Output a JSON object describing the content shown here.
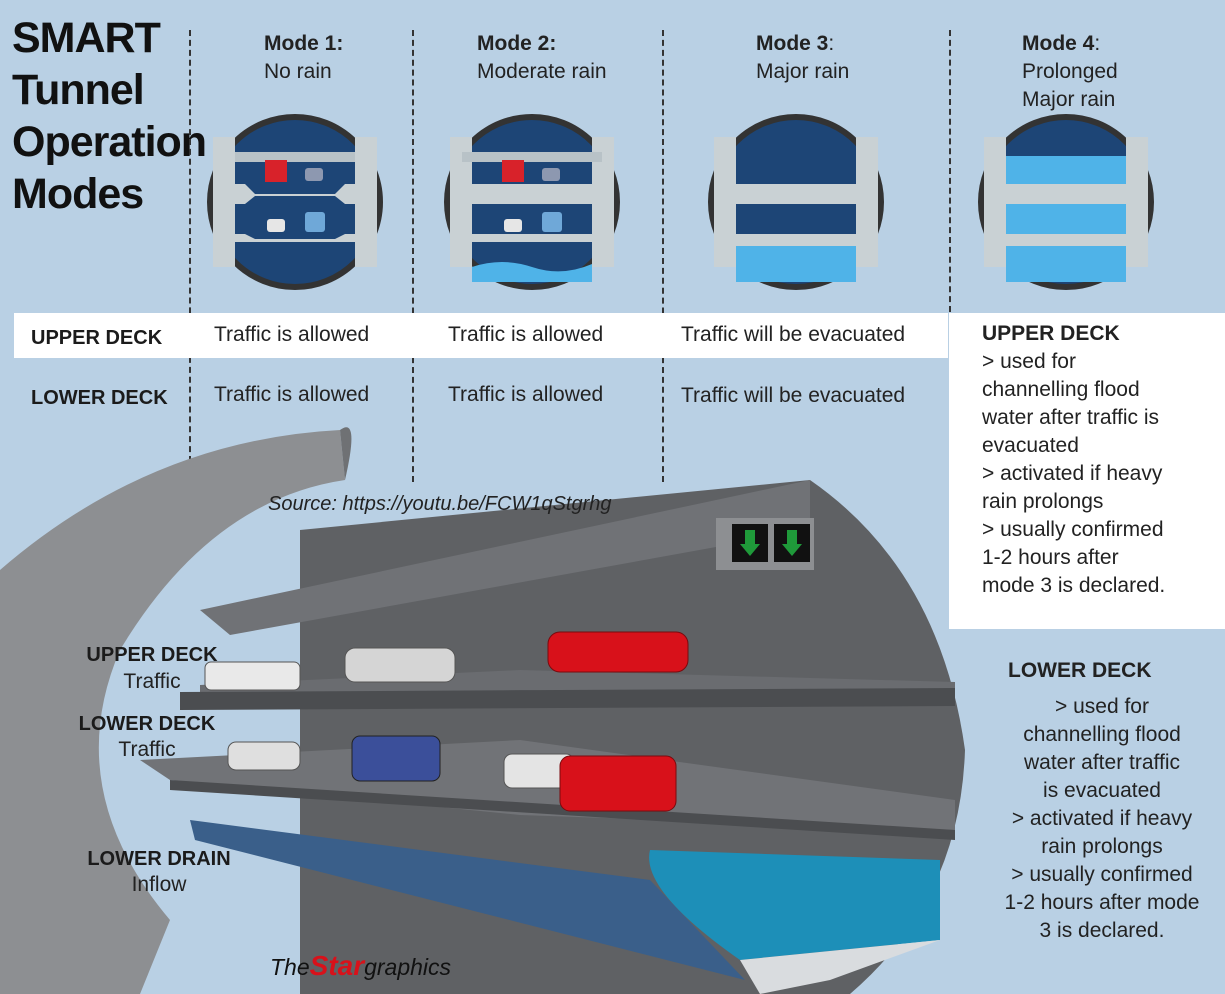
{
  "title": "SMART\nTunnel\nOperation\nModes",
  "modes": [
    {
      "label": "Mode 1:",
      "desc": "No rain"
    },
    {
      "label": "Mode 2:",
      "desc": "Moderate rain"
    },
    {
      "label": "Mode 3",
      "label_suffix": ":",
      "desc": "Major rain"
    },
    {
      "label": "Mode 4",
      "label_suffix": ":",
      "desc": "Prolonged\nMajor rain"
    }
  ],
  "rows": {
    "upper_label": "UPPER DECK",
    "lower_label": "LOWER DECK",
    "upper": [
      "Traffic is allowed",
      "Traffic is allowed",
      "Traffic will be evacuated"
    ],
    "lower": [
      "Traffic is allowed",
      "Traffic is allowed",
      "Traffic will be evacuated"
    ]
  },
  "mode4_upper": {
    "heading": "UPPER DECK",
    "body": "> used for\nchannelling flood\nwater after traffic is\nevacuated\n> activated if heavy\nrain prolongs\n> usually confirmed\n1-2 hours after\nmode 3 is declared."
  },
  "mode4_lower": {
    "heading": "LOWER DECK",
    "body": "> used for\nchannelling flood\nwater after traffic\nis evacuated\n> activated if heavy\nrain prolongs\n> usually confirmed\n1-2 hours after mode\n3 is declared."
  },
  "scene": {
    "upper_bold": "UPPER DECK",
    "upper_sub": "Traffic",
    "lower_bold": "LOWER DECK",
    "lower_sub": "Traffic",
    "drain_bold": "LOWER DRAIN",
    "drain_sub": "Inflow"
  },
  "source": "Source: https://youtu.be/FCW1qStgrhg",
  "logo": {
    "the": "The",
    "star": "Star",
    "graphics": "graphics"
  },
  "colors": {
    "background": "#b9d0e4",
    "deck_blue": "#1d4576",
    "water": "#1d8fb8",
    "tunnel_grey": "#8d8f92",
    "logo_red": "#d8111a",
    "arrow_green": "#1f9a3a"
  }
}
